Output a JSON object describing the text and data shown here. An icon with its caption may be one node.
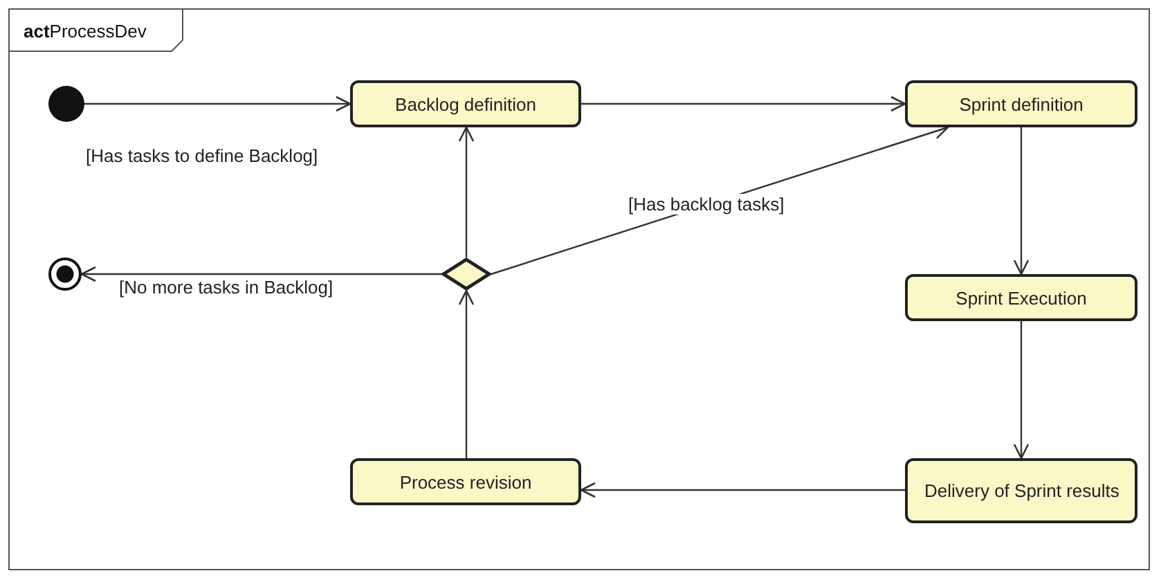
{
  "diagram": {
    "nodes": [
      {
        "text": [
          "**act**ProcessDev"
        ]
      },
      {
        "text": [],
        "shape": "circle",
        "in": 0
      },
      {
        "text": [
          "Backlog definition"
        ],
        "in": 0
      },
      {
        "text": [
          "Sprint definition"
        ],
        "in": 0
      },
      {
        "text": [],
        "shape": "bullseye",
        "in": 0
      },
      {
        "text": [],
        "shape": "diamond",
        "in": 0
      },
      {
        "text": [
          "Sprint Execution"
        ],
        "in": 0
      },
      {
        "text": [
          "Process revision"
        ],
        "in": 0
      },
      {
        "text": [
          "Delivery of Sprint results"
        ],
        "in": 0
      }
    ],
    "edges": [
      {
        "from": 1,
        "to": 2,
        "arrow": "to",
        "label": "[Has tasks to define Backlog]"
      },
      {
        "from": 2,
        "to": 3,
        "arrow": "to"
      },
      {
        "from": 5,
        "to": 2,
        "arrow": "to"
      },
      {
        "from": 5,
        "to": 3,
        "arrow": "to",
        "label": "[Has backlog tasks]"
      },
      {
        "from": 5,
        "to": 4,
        "arrow": "to",
        "label": "[No more tasks in Backlog]"
      },
      {
        "from": 3,
        "to": 6,
        "arrow": "to"
      },
      {
        "from": 6,
        "to": 8,
        "arrow": "to"
      },
      {
        "from": 8,
        "to": 7,
        "arrow": "to"
      },
      {
        "from": 7,
        "to": 5,
        "arrow": "to"
      }
    ]
  }
}
